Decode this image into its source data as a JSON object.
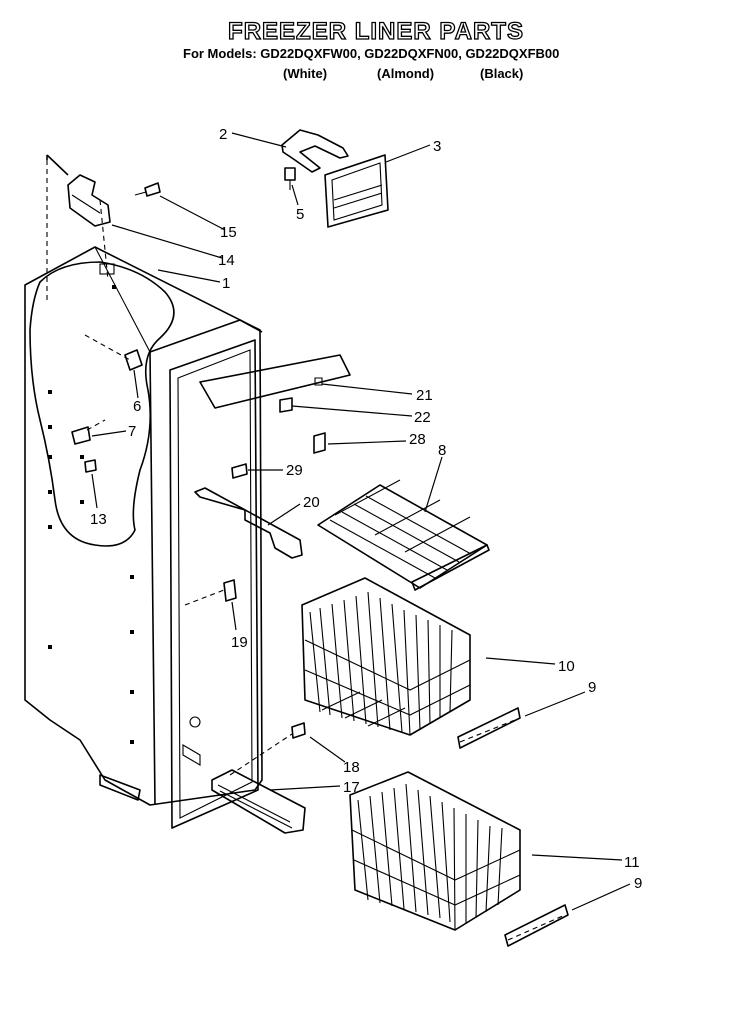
{
  "title": "FREEZER LINER PARTS",
  "models_line": "For Models: GD22DQXFW00, GD22DQXFN00, GD22DQXFB00",
  "colors": [
    "(White)",
    "(Almond)",
    "(Black)"
  ],
  "callouts": [
    {
      "id": "c1",
      "label": "1"
    },
    {
      "id": "c2",
      "label": "2"
    },
    {
      "id": "c3",
      "label": "3"
    },
    {
      "id": "c5",
      "label": "5"
    },
    {
      "id": "c6",
      "label": "6"
    },
    {
      "id": "c7",
      "label": "7"
    },
    {
      "id": "c8",
      "label": "8"
    },
    {
      "id": "c9a",
      "label": "9"
    },
    {
      "id": "c9b",
      "label": "9"
    },
    {
      "id": "c10",
      "label": "10"
    },
    {
      "id": "c11",
      "label": "11"
    },
    {
      "id": "c13",
      "label": "13"
    },
    {
      "id": "c14",
      "label": "14"
    },
    {
      "id": "c15",
      "label": "15"
    },
    {
      "id": "c17",
      "label": "17"
    },
    {
      "id": "c18",
      "label": "18"
    },
    {
      "id": "c19",
      "label": "19"
    },
    {
      "id": "c20",
      "label": "20"
    },
    {
      "id": "c21",
      "label": "21"
    },
    {
      "id": "c22",
      "label": "22"
    },
    {
      "id": "c28",
      "label": "28"
    },
    {
      "id": "c29",
      "label": "29"
    }
  ]
}
